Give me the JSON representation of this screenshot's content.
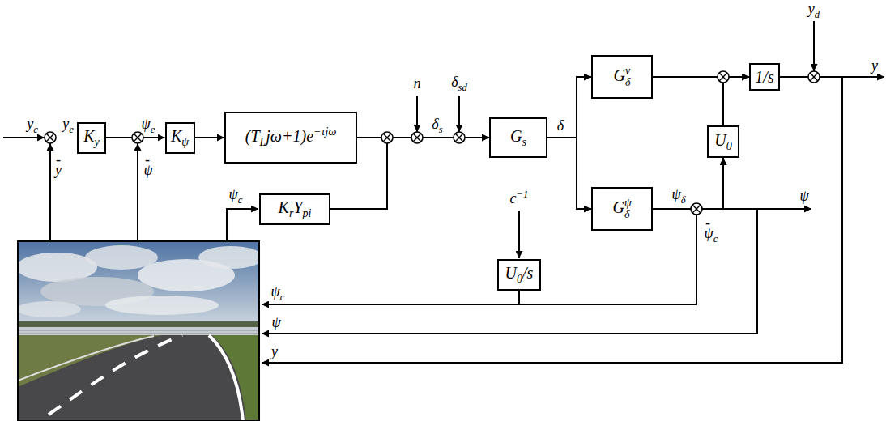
{
  "diagram": {
    "nodes": [
      {
        "text": [
          "Ky"
        ]
      },
      {
        "text": [
          "Kψ"
        ]
      },
      {
        "text": [
          "(TLjω+1)e−τjω"
        ]
      },
      {
        "text": [
          "KrYpi"
        ]
      },
      {
        "text": [
          "Gs"
        ]
      },
      {
        "text": [
          "Gδv"
        ]
      },
      {
        "text": [
          "Gδψ"
        ]
      },
      {
        "text": [
          "1/s"
        ]
      },
      {
        "text": [
          "U0"
        ]
      },
      {
        "text": [
          "U0/s"
        ]
      }
    ],
    "edges": [
      {
        "from": 0,
        "to": 1,
        "arrow": "to"
      },
      {
        "from": 1,
        "to": 2,
        "arrow": "to"
      },
      {
        "from": 2,
        "to": 4,
        "arrow": "to"
      },
      {
        "from": 3,
        "to": 4,
        "arrow": "to"
      },
      {
        "from": 4,
        "to": 5,
        "arrow": "to"
      },
      {
        "from": 4,
        "to": 6,
        "arrow": "to"
      },
      {
        "from": 5,
        "to": 7,
        "arrow": "to"
      },
      {
        "from": 8,
        "to": 7,
        "arrow": "to"
      },
      {
        "from": 6,
        "to": 8,
        "arrow": "to"
      },
      {
        "from": 9,
        "to": 8,
        "arrow": "to"
      }
    ],
    "labels": [
      "yc",
      "ye",
      "-",
      "y",
      "ψe",
      "-",
      "ψ",
      "ψc",
      "n",
      "δsd",
      "δs",
      "δ",
      "yd",
      "y",
      "ψδ",
      "-",
      "ψc",
      "ψ",
      "c−1",
      "ψc",
      "ψ",
      "y"
    ]
  }
}
